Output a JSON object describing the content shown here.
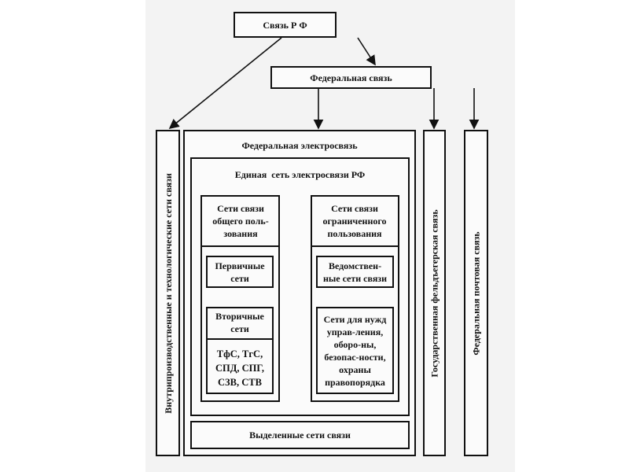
{
  "root": "Связь Р Ф",
  "federal": "Федеральная связь",
  "internal_networks": "Внутрипроизводственные и технологические сети связи",
  "federal_telecom": "Федеральная электросвязь",
  "unified_network": "Единая  сеть электросвязи РФ",
  "public": {
    "title": "Сети связи общего поль-зования",
    "primary": "Первичные сети",
    "secondary": "Вторичные сети",
    "secondary_list": "ТфС, ТгС, СПД, СПГ, СЗВ, СТВ"
  },
  "restricted": {
    "title": "Сети связи ограниченного пользования",
    "departmental": "Ведомствен-ные сети связи",
    "special": "Сети для нужд управ-ления, оборо-ны, безопас-ности, охраны правопорядка"
  },
  "dedicated": "Выделенные сети связи",
  "courier": "Государственная фельдъегерская связь",
  "postal": "Федеральная почтовая связь"
}
